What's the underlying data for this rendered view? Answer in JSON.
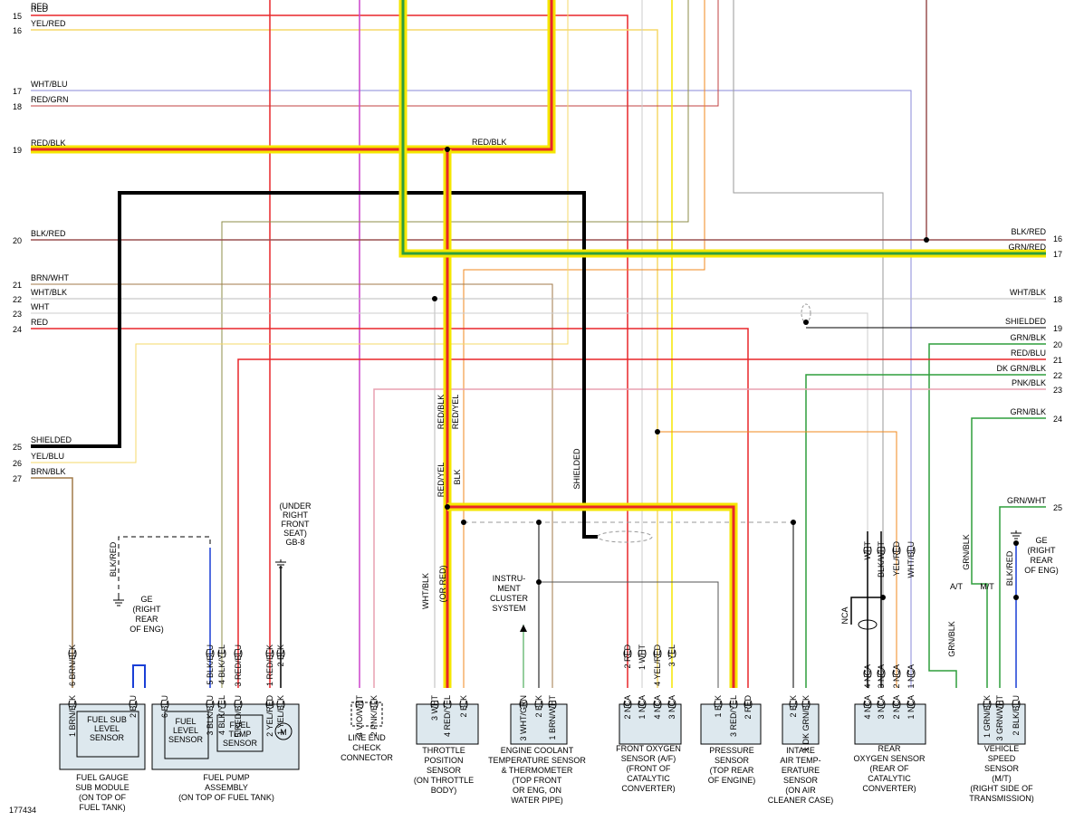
{
  "figure_id": "177434",
  "left_wires": [
    {
      "num": "15",
      "color": "RED"
    },
    {
      "num": "16",
      "color": "YEL/RED"
    },
    {
      "num": "17",
      "color": "WHT/BLU"
    },
    {
      "num": "18",
      "color": "RED/GRN"
    },
    {
      "num": "19",
      "color": "RED/BLK"
    },
    {
      "num": "20",
      "color": "BLK/RED"
    },
    {
      "num": "21",
      "color": "BRN/WHT"
    },
    {
      "num": "22",
      "color": "WHT/BLK"
    },
    {
      "num": "23",
      "color": "WHT"
    },
    {
      "num": "24",
      "color": "RED"
    },
    {
      "num": "25",
      "color": "SHIELDED"
    },
    {
      "num": "26",
      "color": "YEL/BLU"
    },
    {
      "num": "27",
      "color": "BRN/BLK"
    }
  ],
  "right_wires": [
    {
      "num": "16",
      "color": "BLK/RED"
    },
    {
      "num": "17",
      "color": "GRN/RED"
    },
    {
      "num": "18",
      "color": "WHT/BLK"
    },
    {
      "num": "19",
      "color": "SHIELDED"
    },
    {
      "num": "20",
      "color": "GRN/BLK"
    },
    {
      "num": "21",
      "color": "RED/BLU"
    },
    {
      "num": "22",
      "color": "DK GRN/BLK"
    },
    {
      "num": "23",
      "color": "PNK/BLK"
    },
    {
      "num": "24",
      "color": "GRN/BLK"
    },
    {
      "num": "25",
      "color": "GRN/WHT"
    }
  ],
  "top_left_label": "RED",
  "mid_labels": {
    "red_blk_mid": "RED/BLK",
    "tps_red_blk": "RED/BLK",
    "tps_red_yel": "RED/YEL",
    "tps_red_yel2": "RED/YEL",
    "tps_blk": "BLK",
    "shielded_v": "SHIELDED",
    "wht_blk_or_red": "WHT/BLK",
    "or_red": "(OR RED)",
    "under_seat": [
      "(UNDER",
      "RIGHT",
      "FRONT",
      "SEAT)",
      "GB-8"
    ],
    "ge_left": [
      "GE",
      "(RIGHT",
      "REAR",
      "OF ENG)"
    ],
    "ge_right": [
      "GE",
      "(RIGHT",
      "REAR",
      "OF ENG)"
    ],
    "blk_red_left": "BLK/RED",
    "blk_red_right": "BLK/RED",
    "instrument": [
      "INSTRU-",
      "MENT",
      "CLUSTER",
      "SYSTEM"
    ],
    "at": "A/T",
    "mt": "M/T",
    "nca_side": "NCA",
    "grn_blk_vss": "GRN/BLK",
    "grn_blk_vss2": "GRN/BLK"
  },
  "components": {
    "fuel_sub": {
      "inner": [
        "FUEL SUB",
        "LEVEL",
        "SENSOR"
      ],
      "caption": [
        "FUEL GAUGE",
        "SUB MODULE",
        "(ON TOP OF",
        "FUEL TANK)"
      ],
      "pins": [
        {
          "n": "1",
          "c": "BRN/BLK"
        },
        {
          "n": "2",
          "c": "BLU"
        }
      ],
      "upper": [
        {
          "n": "6",
          "c": "BRN/BLK"
        }
      ]
    },
    "fuel_pump": {
      "inner_level": [
        "FUEL",
        "LEVEL",
        "SENSOR"
      ],
      "inner_temp": [
        "FUEL",
        "TEMP",
        "SENSOR"
      ],
      "motor": "M",
      "caption": [
        "FUEL PUMP",
        "ASSEMBLY",
        "(ON TOP OF FUEL TANK)"
      ],
      "pins": [
        {
          "n": "6",
          "c": "BLU"
        },
        {
          "n": "3",
          "c": "BLK/BLU"
        },
        {
          "n": "4",
          "c": "BLK/YEL"
        },
        {
          "n": "5",
          "c": "RED/BLU"
        },
        {
          "n": "2",
          "c": "YEL/RED"
        },
        {
          "n": "1",
          "c": "YEL/BLK"
        }
      ],
      "upper": [
        {
          "n": "5",
          "c": "BLK/BLU"
        },
        {
          "n": "4",
          "c": "BLK/YEL"
        },
        {
          "n": "3",
          "c": "RED/BLU"
        },
        {
          "n": "1",
          "c": "RED/BLK"
        },
        {
          "n": "2",
          "c": "BLK"
        }
      ]
    },
    "line_end": {
      "caption": [
        "LINE END",
        "CHECK",
        "CONNECTOR"
      ],
      "pins": [
        {
          "n": "4",
          "c": "VIO/WHT"
        },
        {
          "n": "2",
          "c": "PNK/BLK"
        }
      ]
    },
    "tps": {
      "caption": [
        "THROTTLE",
        "POSITION",
        "SENSOR",
        "(ON THROTTLE",
        "BODY)"
      ],
      "pins": [
        {
          "n": "3",
          "c": "WHT"
        },
        {
          "n": "4",
          "c": "RED/YEL"
        },
        {
          "n": "2",
          "c": "BLK"
        }
      ]
    },
    "ect": {
      "caption": [
        "ENGINE COOLANT",
        "TEMPERATURE SENSOR",
        "& THERMOMETER",
        "(TOP FRONT",
        "OR ENG, ON",
        "WATER PIPE)"
      ],
      "pins": [
        {
          "n": "3",
          "c": "WHT/GRN"
        },
        {
          "n": "2",
          "c": "BLK"
        },
        {
          "n": "1",
          "c": "BRN/WHT"
        }
      ]
    },
    "front_o2": {
      "caption": [
        "FRONT OXYGEN",
        "SENSOR (A/F)",
        "(FRONT OF",
        "CATALYTIC",
        "CONVERTER)"
      ],
      "pins": [
        {
          "n": "2",
          "c": "NCA"
        },
        {
          "n": "1",
          "c": "NCA"
        },
        {
          "n": "4",
          "c": "NCA"
        },
        {
          "n": "3",
          "c": "NCA"
        }
      ],
      "upper": [
        {
          "n": "2",
          "c": "RED"
        },
        {
          "n": "1",
          "c": "WHT"
        },
        {
          "n": "4",
          "c": "YEL/RED"
        },
        {
          "n": "3",
          "c": "YEL"
        }
      ]
    },
    "pressure": {
      "caption": [
        "PRESSURE",
        "SENSOR",
        "(TOP REAR",
        "OF ENGINE)"
      ],
      "pins": [
        {
          "n": "1",
          "c": "BLK"
        },
        {
          "n": "3",
          "c": "RED/YEL"
        },
        {
          "n": "2",
          "c": "RED"
        }
      ]
    },
    "iat": {
      "caption": [
        "INTAKE",
        "AIR TEMP-",
        "ERATURE",
        "SENSOR",
        "(ON AIR",
        "CLEANER CASE)"
      ],
      "pins": [
        {
          "n": "2",
          "c": "BLK"
        },
        {
          "n": "1",
          "c": "DK GRN/BLK"
        }
      ]
    },
    "rear_o2": {
      "caption": [
        "REAR",
        "OXYGEN SENSOR",
        "(REAR OF",
        "CATALYTIC",
        "CONVERTER)"
      ],
      "pins": [
        {
          "n": "4",
          "c": "NCA"
        },
        {
          "n": "3",
          "c": "NCA"
        },
        {
          "n": "2",
          "c": "NCA"
        },
        {
          "n": "1",
          "c": "NCA"
        }
      ],
      "upper": [
        {
          "n": "",
          "c": "WHT"
        },
        {
          "n": "",
          "c": "BLK/WHT"
        },
        {
          "n": "",
          "c": "YEL/RED"
        },
        {
          "n": "",
          "c": "WHT/BLU"
        }
      ],
      "mid": [
        {
          "n": "4",
          "c": "NCA"
        },
        {
          "n": "3",
          "c": "NCA"
        },
        {
          "n": "2",
          "c": "NCA"
        },
        {
          "n": "1",
          "c": "NCA"
        }
      ]
    },
    "vss": {
      "caption": [
        "VEHICLE",
        "SPEED",
        "SENSOR",
        "(M/T)",
        "(RIGHT SIDE OF",
        "TRANSMISSION)"
      ],
      "pins": [
        {
          "n": "1",
          "c": "GRN/BLK"
        },
        {
          "n": "3",
          "c": "GRN/WHT"
        },
        {
          "n": "2",
          "c": "BLK/BLU"
        }
      ]
    }
  },
  "colors": {
    "red": "#e8262a",
    "yellow": "#f5e600",
    "green": "#2e9e3c",
    "black": "#000000",
    "orange": "#f08a1e",
    "brown": "#8a5a3a",
    "blue": "#1a3fd6",
    "violet": "#cc44cc",
    "pink": "#e8a0b0",
    "grey": "#9a9a9a",
    "ltyellow": "#f6d86a",
    "box_fill": "#dde8ee"
  }
}
